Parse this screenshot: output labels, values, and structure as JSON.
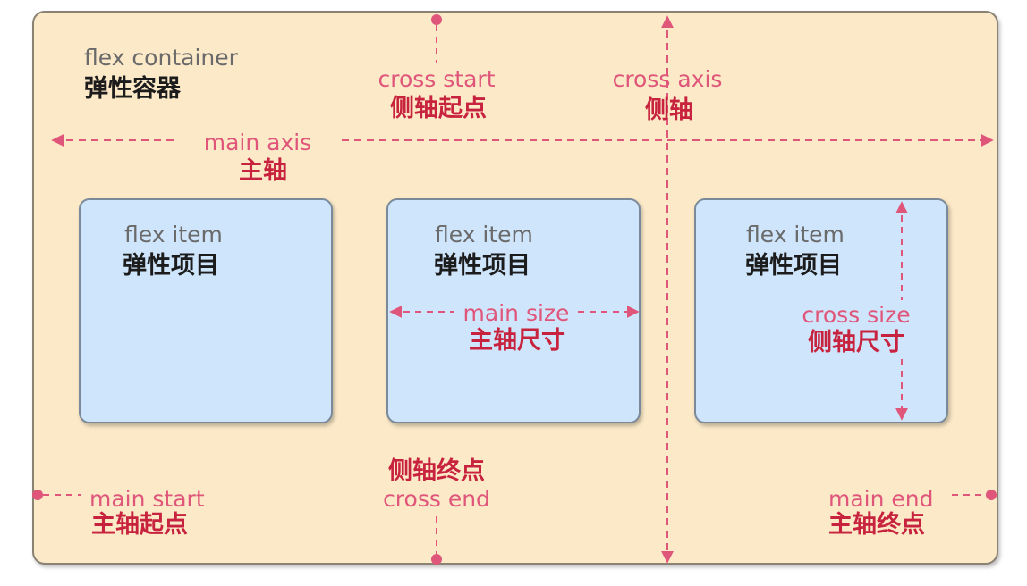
{
  "container": {
    "label_en": "flex container",
    "label_zh": "弹性容器"
  },
  "items": [
    {
      "label_en": "flex item",
      "label_zh": "弹性项目"
    },
    {
      "label_en": "flex item",
      "label_zh": "弹性项目"
    },
    {
      "label_en": "flex item",
      "label_zh": "弹性项目"
    }
  ],
  "main_axis": {
    "en": "main axis",
    "zh": "主轴"
  },
  "cross_axis": {
    "en": "cross axis",
    "zh": "侧轴"
  },
  "cross_start": {
    "en": "cross start",
    "zh": "侧轴起点"
  },
  "cross_end": {
    "en": "cross end",
    "zh": "侧轴终点"
  },
  "main_start": {
    "en": "main start",
    "zh": "主轴起点"
  },
  "main_end": {
    "en": "main end",
    "zh": "主轴终点"
  },
  "main_size": {
    "en": "main size",
    "zh": "主轴尺寸"
  },
  "cross_size": {
    "en": "cross size",
    "zh": "侧轴尺寸"
  },
  "colors": {
    "container_fill": "#fbe9c8",
    "item_fill": "#cfe5fb",
    "annotation_red": "#e0567a",
    "annotation_dark_red": "#c8233e"
  }
}
